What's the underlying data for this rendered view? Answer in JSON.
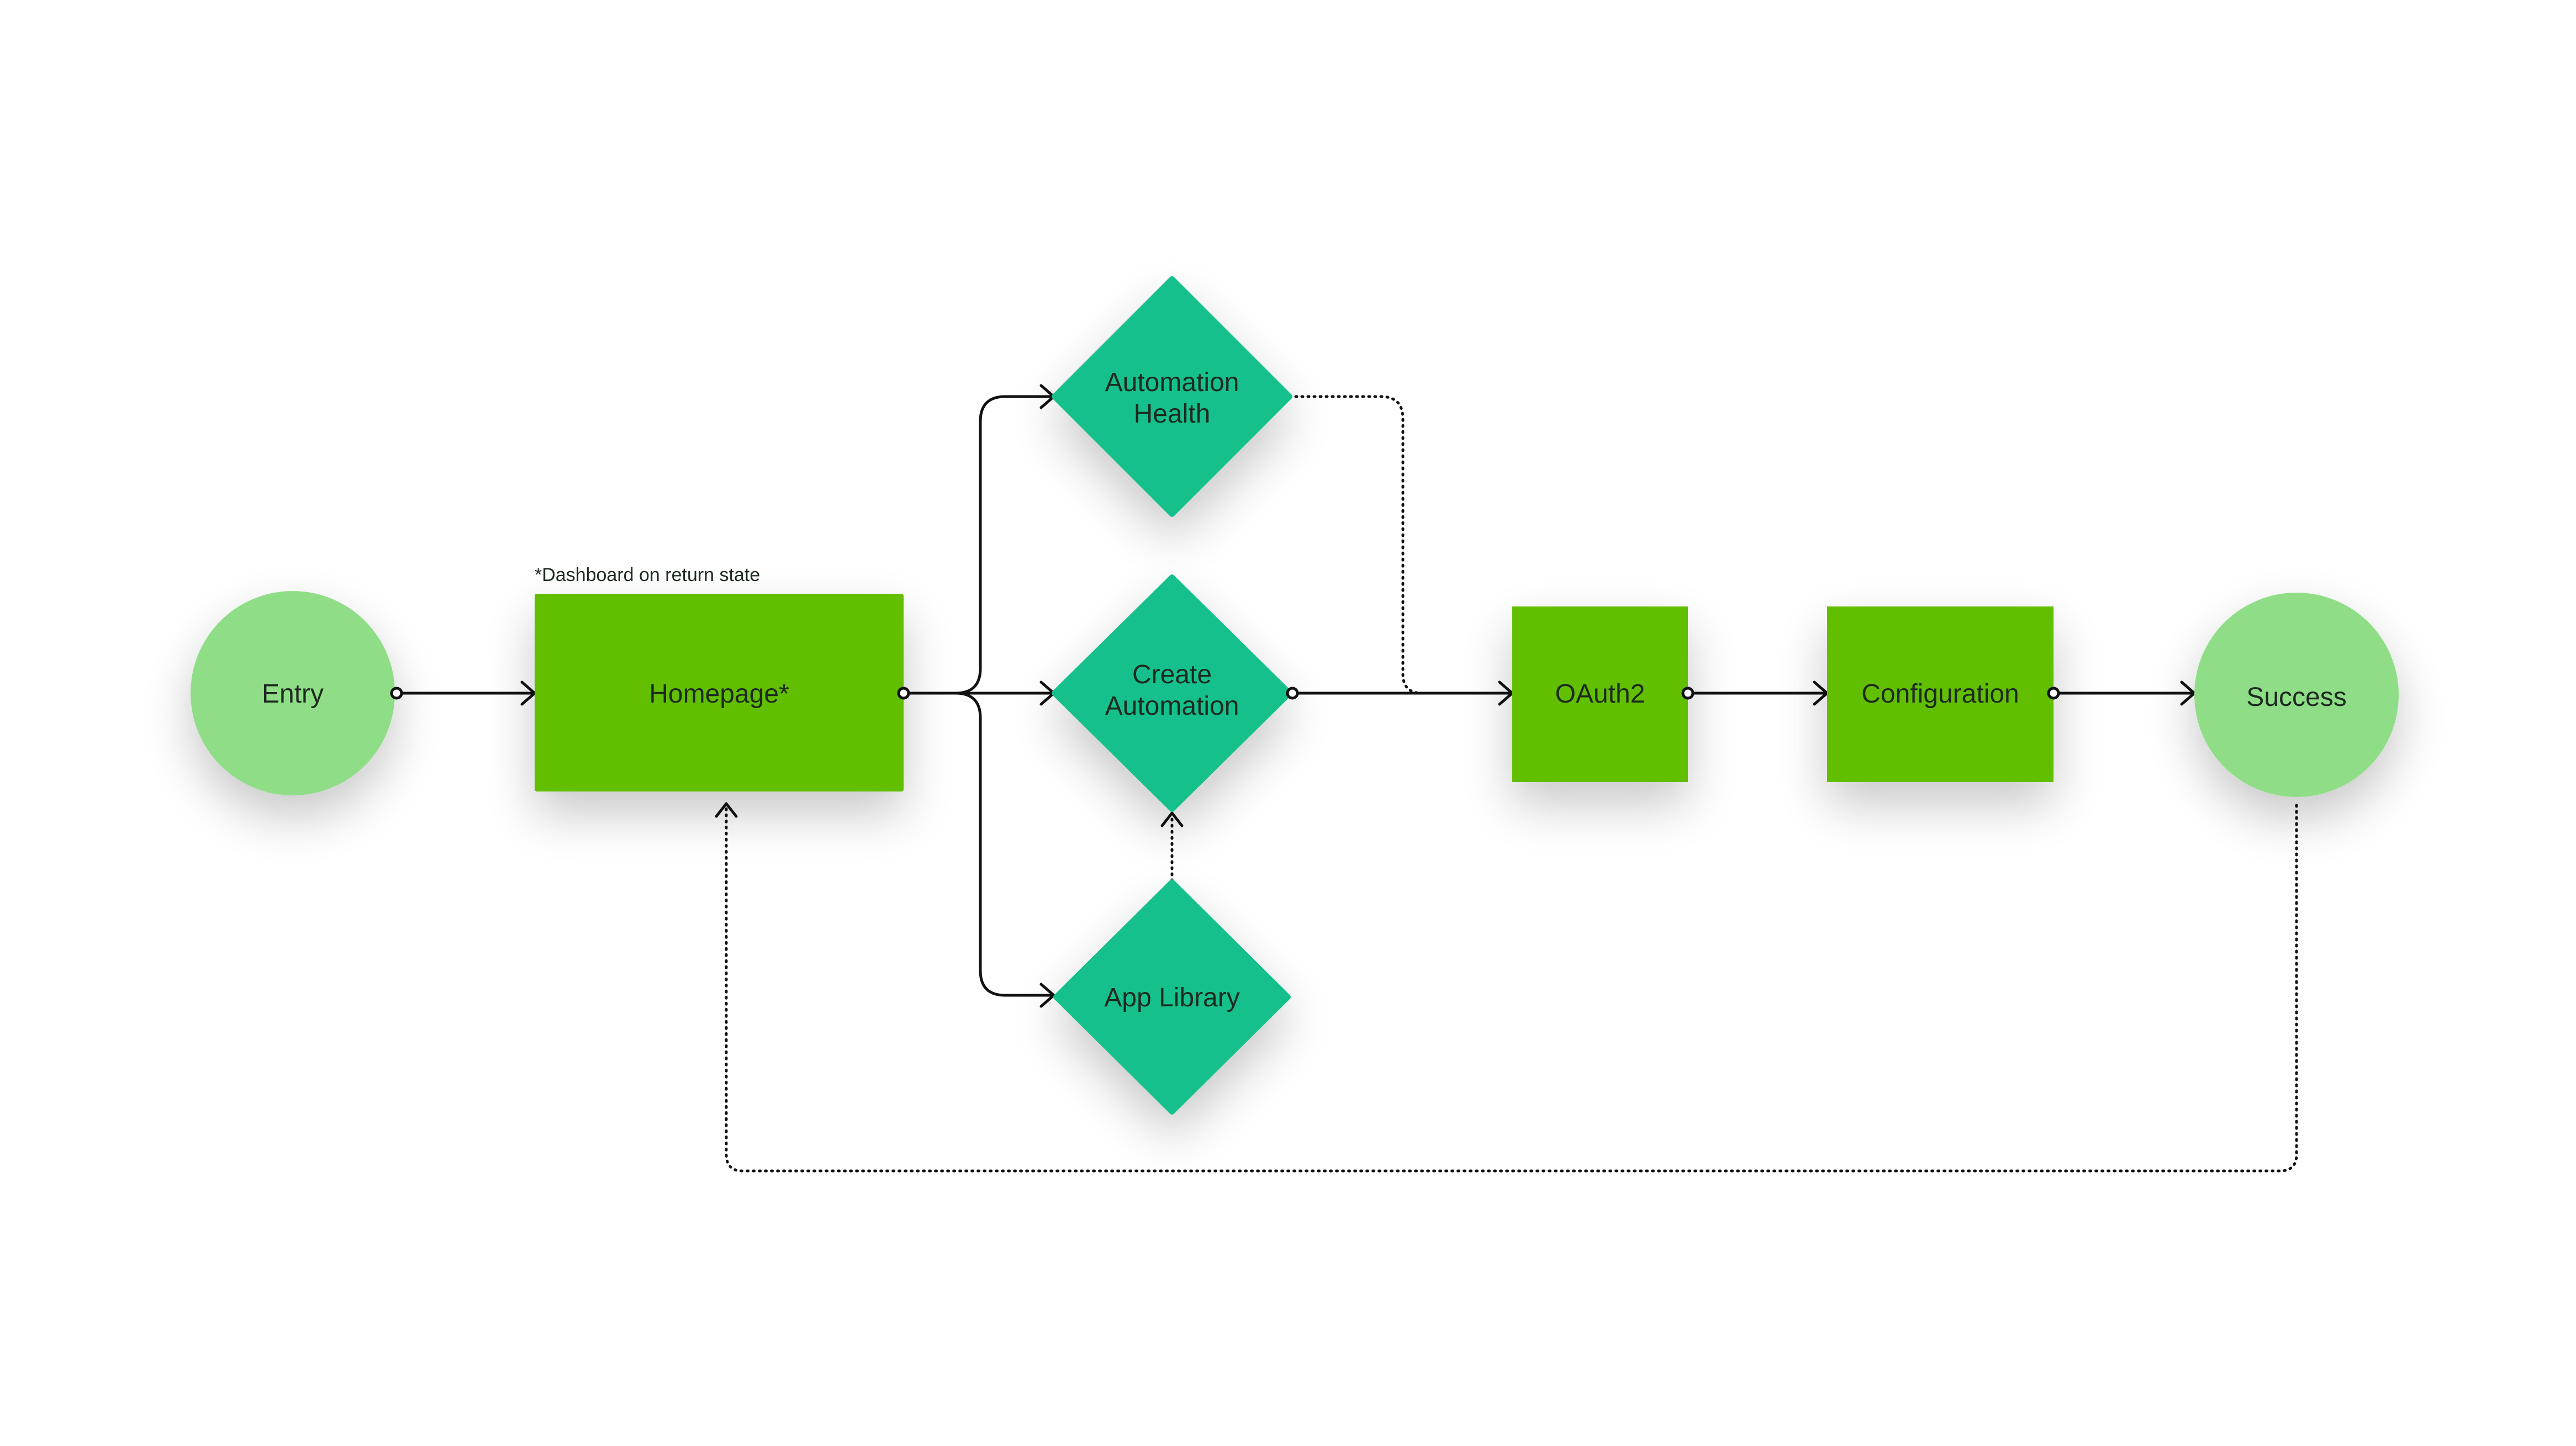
{
  "colors": {
    "circle_node": "#8fde87",
    "rect_node": "#62bf00",
    "diamond_node": "#18c08c",
    "line": "#111111",
    "background": "#ffffff"
  },
  "note": "*Dashboard on return state",
  "nodes": {
    "entry": {
      "label": "Entry",
      "shape": "circle"
    },
    "homepage": {
      "label": "Homepage*",
      "shape": "rectangle"
    },
    "automation_health": {
      "label_line1": "Automation",
      "label_line2": "Health",
      "shape": "diamond"
    },
    "create_automation": {
      "label_line1": "Create",
      "label_line2": "Automation",
      "shape": "diamond"
    },
    "app_library": {
      "label": "App Library",
      "shape": "diamond"
    },
    "oauth2": {
      "label": "OAuth2",
      "shape": "square"
    },
    "configuration": {
      "label": "Configuration",
      "shape": "rectangle"
    },
    "success": {
      "label": "Success",
      "shape": "circle"
    }
  },
  "edges": [
    {
      "from": "entry",
      "to": "homepage",
      "style": "solid"
    },
    {
      "from": "homepage",
      "to": "automation_health",
      "style": "solid"
    },
    {
      "from": "homepage",
      "to": "create_automation",
      "style": "solid"
    },
    {
      "from": "homepage",
      "to": "app_library",
      "style": "solid"
    },
    {
      "from": "app_library",
      "to": "create_automation",
      "style": "dotted"
    },
    {
      "from": "automation_health",
      "to": "oauth2",
      "style": "dotted"
    },
    {
      "from": "create_automation",
      "to": "oauth2",
      "style": "solid"
    },
    {
      "from": "oauth2",
      "to": "configuration",
      "style": "solid"
    },
    {
      "from": "configuration",
      "to": "success",
      "style": "solid"
    },
    {
      "from": "success",
      "to": "homepage",
      "style": "dotted"
    }
  ]
}
